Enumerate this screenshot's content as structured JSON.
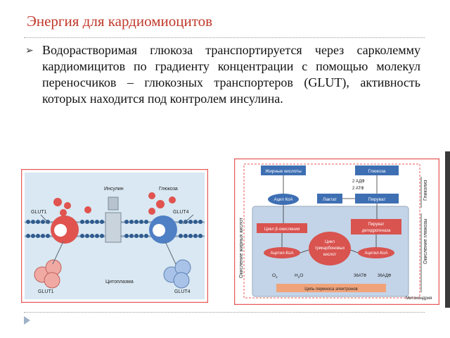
{
  "title": "Энергия для кардиомиоцитов",
  "paragraph": "Водорастворимая глюкоза транспортируется через сарколемму кардиомицитов по градиенту концентрации с помощью молекул переносчиков – глюкозных транспортеров (GLUT), активность которых находится под контролем инсулина.",
  "bullet_icon": "hollow-right-arrow-bullet",
  "footer_icon": "triangle-arrow-icon",
  "figure1": {
    "insulin": "Инсулин",
    "glucose": "Глюкоза",
    "glut1_top": "GLUT1",
    "glut4_top": "GLUT4",
    "glut1_bottom": "GLUT1",
    "glut4_bottom": "GLUT4",
    "cytoplasm": "Цитоплазма"
  },
  "figure2": {
    "fatty_acids": "Жирные кислоты",
    "glucose": "Глюкоза",
    "atp_in": "2 АДФ",
    "atp_out": "2 АТФ",
    "acyl_coa": "Ацил КоА",
    "lactate": "Лактат",
    "pyruvate": "Пируват",
    "beta_ox": "Цикл β-окисления",
    "pdh_1": "Пируват",
    "pdh_2": "дегидрогеназа",
    "acetyl_left": "Ацетил-КоА",
    "acetyl_right": "Ацетил-КоА",
    "tca_1": "Цикл",
    "tca_2": "трикарбоновых",
    "tca_3": "кислот",
    "o2": "O",
    "o2_sub": "2",
    "h2o_a": "H",
    "h2o_sub": "2",
    "h2o_b": "O",
    "atp36": "36АТФ",
    "adp36": "36АДФ",
    "etc": "Цепь переноса электронов",
    "mito": "Митохондрия",
    "side_left": "Окисление жирных кислот",
    "side_right_top": "Гликолиз",
    "side_right_bottom": "Окисление глюкозы"
  }
}
